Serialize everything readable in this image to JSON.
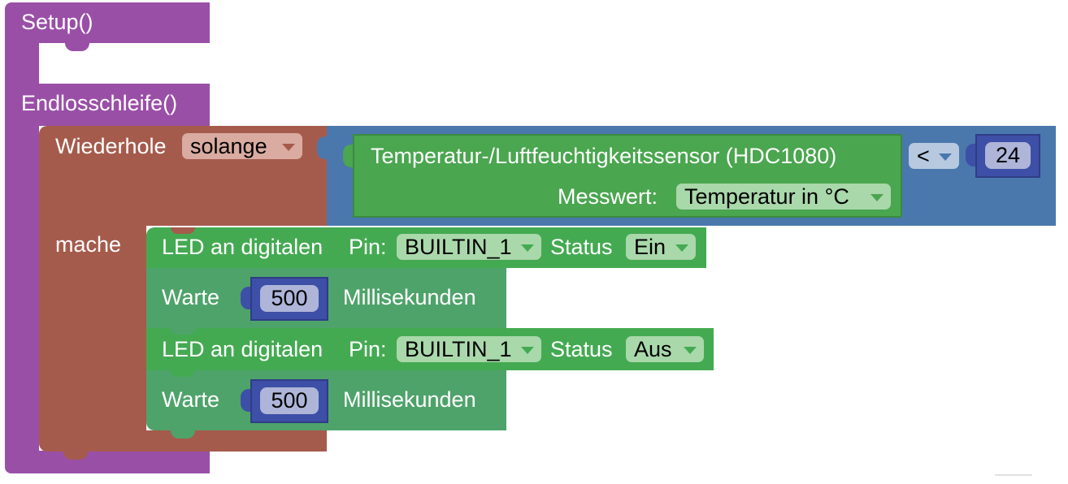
{
  "colors": {
    "function": "#9a4fa7",
    "loop": "#a55b4c",
    "loop_text_field": "#d9aba1",
    "logic": "#4a78ad",
    "sensor": "#4aa64f",
    "io": "#44aa52",
    "wait": "#4ea36a",
    "number": "#3d4fa6",
    "number_field": "#aeb5d9"
  },
  "setup": {
    "label": "Setup()"
  },
  "loop": {
    "label": "Endlosschleife()"
  },
  "repeat": {
    "label": "Wiederhole",
    "mode": "solange",
    "do_label": "mache"
  },
  "compare": {
    "operator": "<",
    "value": "24"
  },
  "sensor": {
    "title": "Temperatur-/Luftfeuchtigkeitssensor (HDC1080)",
    "measure_label": "Messwert:",
    "measure_value": "Temperatur in °C"
  },
  "statements": [
    {
      "type": "led",
      "label": "LED an digitalen",
      "pin_label": "Pin:",
      "pin": "BUILTIN_1",
      "status_label": "Status",
      "status": "Ein"
    },
    {
      "type": "wait",
      "label": "Warte",
      "value": "500",
      "unit": "Millisekunden"
    },
    {
      "type": "led",
      "label": "LED an digitalen",
      "pin_label": "Pin:",
      "pin": "BUILTIN_1",
      "status_label": "Status",
      "status": "Aus"
    },
    {
      "type": "wait",
      "label": "Warte",
      "value": "500",
      "unit": "Millisekunden"
    }
  ]
}
